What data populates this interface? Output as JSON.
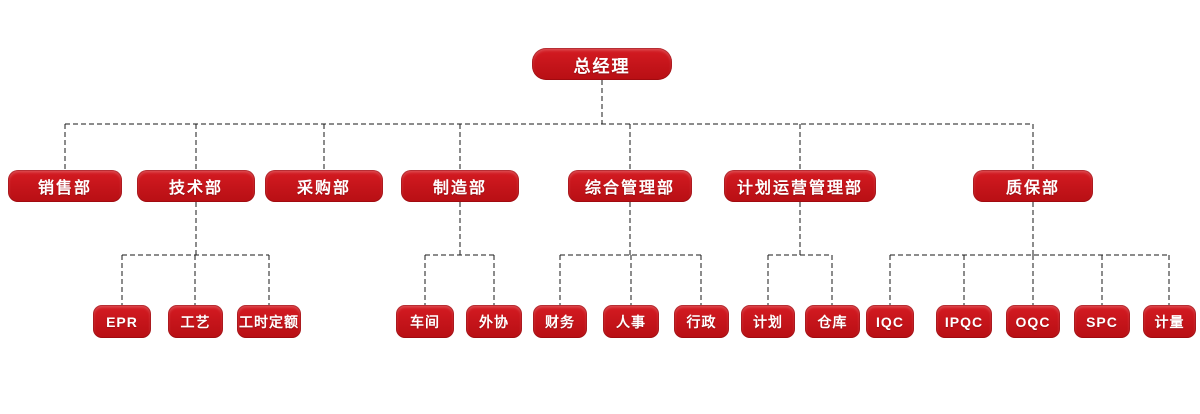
{
  "colors": {
    "node_red": "#c9161d",
    "node_text": "#ffffff",
    "connector_line": "#1a1a1a",
    "background": "#ffffff"
  },
  "org_chart": {
    "root": {
      "label": "总经理"
    },
    "departments": [
      {
        "label": "销售部",
        "children": []
      },
      {
        "label": "技术部",
        "children": [
          {
            "label": "EPR"
          },
          {
            "label": "工艺"
          },
          {
            "label": "工时定额"
          }
        ]
      },
      {
        "label": "采购部",
        "children": []
      },
      {
        "label": "制造部",
        "children": [
          {
            "label": "车间"
          },
          {
            "label": "外协"
          }
        ]
      },
      {
        "label": "综合管理部",
        "children": [
          {
            "label": "财务"
          },
          {
            "label": "人事"
          },
          {
            "label": "行政"
          }
        ]
      },
      {
        "label": "计划运营管理部",
        "children": [
          {
            "label": "计划"
          },
          {
            "label": "仓库"
          }
        ]
      },
      {
        "label": "质保部",
        "children": [
          {
            "label": "IQC"
          },
          {
            "label": "IPQC"
          },
          {
            "label": "OQC"
          },
          {
            "label": "SPC"
          },
          {
            "label": "计量"
          }
        ]
      }
    ]
  }
}
